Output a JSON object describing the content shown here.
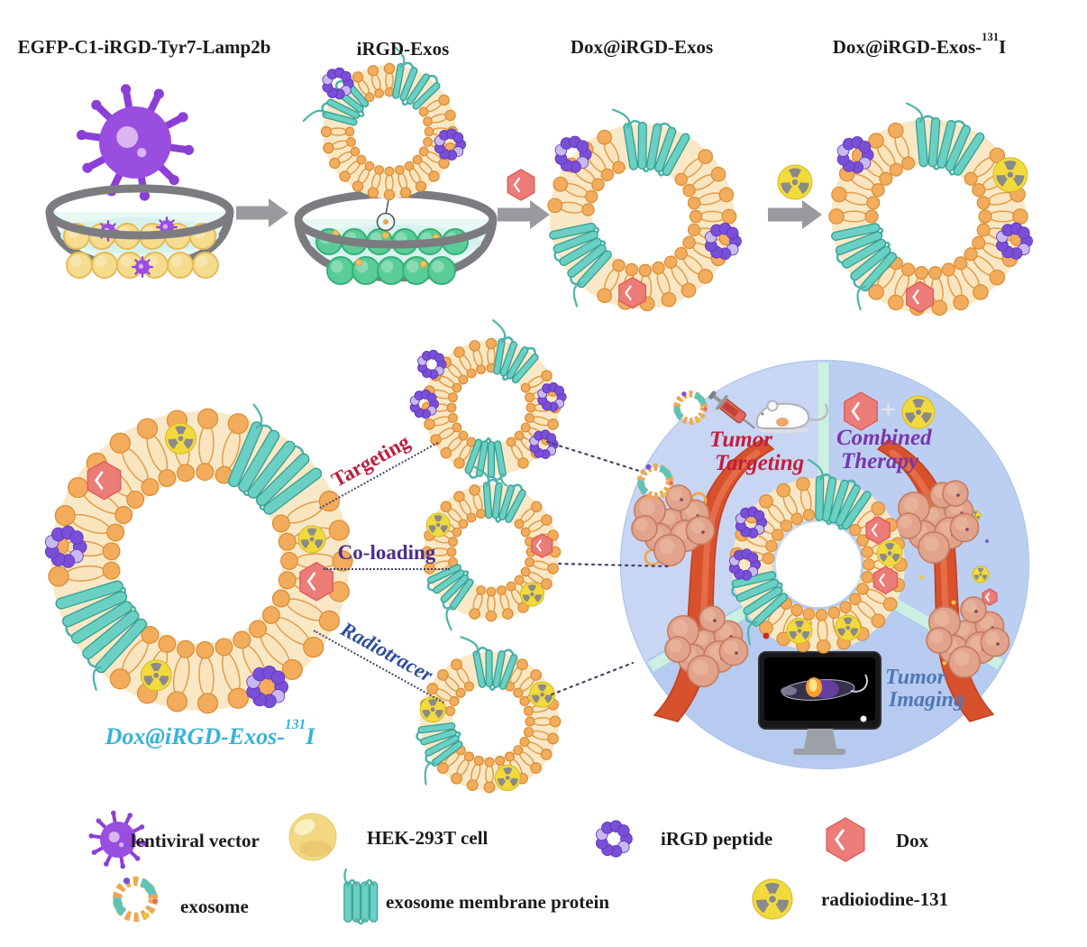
{
  "figure": {
    "description": "Schematic of Dox@iRGD-Exos-131I exosome construction and theranostic applications"
  },
  "steps": [
    {
      "title": "EGFP-C1-iRGD-Tyr7-Lamp2b"
    },
    {
      "title": "iRGD-Exos"
    },
    {
      "title": "Dox@iRGD-Exos"
    },
    {
      "title_pre": "Dox@iRGD-Exos-",
      "title_sup": "131",
      "title_post": "I"
    }
  ],
  "construct": {
    "label_pre": "Dox@iRGD-Exos-",
    "label_sup": "131",
    "label_post": "I",
    "label_color": "#35B3D9",
    "features": [
      {
        "label": "Targeting",
        "color": "#BE1E3E"
      },
      {
        "label": "Co-loading",
        "color": "#4C2D8F"
      },
      {
        "label": "Radiotracer",
        "color": "#2E4E9E"
      }
    ]
  },
  "applications": {
    "tumor_targeting": {
      "line1": "Tumor",
      "line2": "Targeting",
      "color": "#C0203E"
    },
    "combined_therapy": {
      "line1": "Combined",
      "line2": "Therapy",
      "plus": "+",
      "color": "#7A35AC"
    },
    "tumor_imaging": {
      "line1": "Tumor",
      "line2": "Imaging",
      "color": "#4F77B5"
    }
  },
  "legend": {
    "items": [
      {
        "icon": "lentiviral-vector-icon",
        "label": "lentiviral vector"
      },
      {
        "icon": "hek-293t-cell-icon",
        "label": "HEK-293T cell"
      },
      {
        "icon": "irgd-peptide-icon",
        "label": "iRGD peptide"
      },
      {
        "icon": "dox-icon",
        "label": "Dox"
      },
      {
        "icon": "exosome-icon",
        "label": "exosome"
      },
      {
        "icon": "exosome-membrane-protein-icon",
        "label": "exosome membrane protein"
      },
      {
        "icon": "radioiodine-131-icon",
        "label": "radioiodine-131"
      }
    ]
  },
  "colors": {
    "lipid_head": "#F2AC5C",
    "lipid_body": "#F9E4BE",
    "membrane_protein": "#6BD0C4",
    "irgd_peptide": "#7A4FD8",
    "dox": "#EC7C78",
    "radioiodine": "#F2DA3C",
    "lentiviral_vector": "#9A4EE0",
    "hek_cell": "#F3D884",
    "transfected_cell": "#5ACD96",
    "arrow": "#9A9A9E",
    "circle_background": "#BDD0F3",
    "divider": "#CBEFE0",
    "tumor_cell": "#E1A38C",
    "vessel": "#D8512D"
  }
}
